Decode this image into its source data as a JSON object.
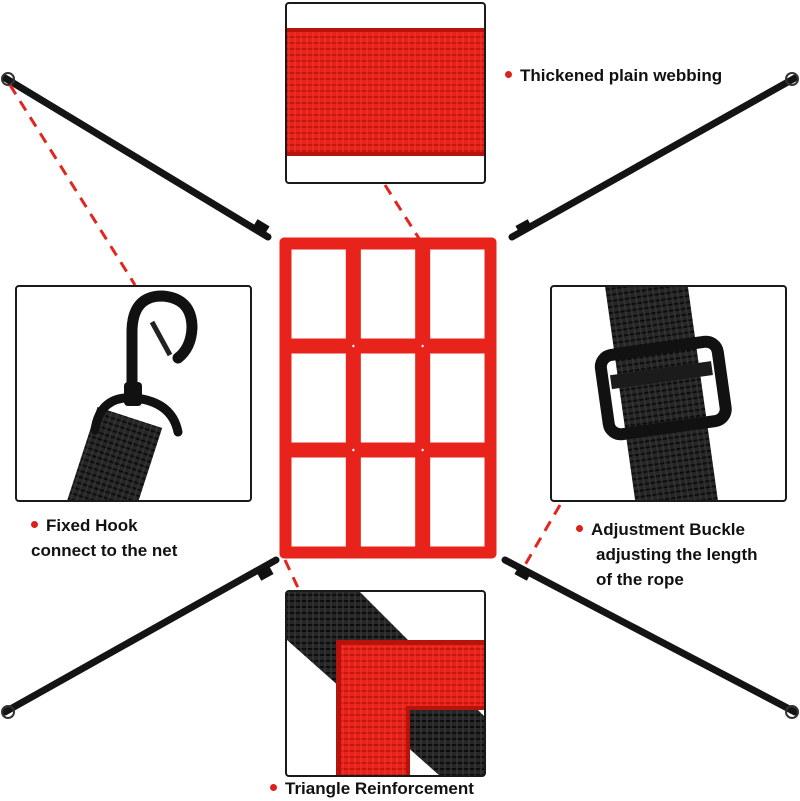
{
  "colors": {
    "net_red": "#e8231b",
    "strap_black": "#141414",
    "dash_red": "#e0261f",
    "frame_black": "#1a1a1a",
    "dot_red": "#d9221c"
  },
  "callouts": {
    "webbing": {
      "lines": [
        "Thickened plain webbing"
      ]
    },
    "hook": {
      "lines": [
        "Fixed Hook",
        "connect to the net"
      ]
    },
    "buckle": {
      "lines": [
        "Adjustment Buckle",
        "adjusting the length",
        "of the rope"
      ]
    },
    "triangle": {
      "lines": [
        "Triangle Reinforcement"
      ]
    }
  },
  "net": {
    "rows": 3,
    "columns": 3
  }
}
